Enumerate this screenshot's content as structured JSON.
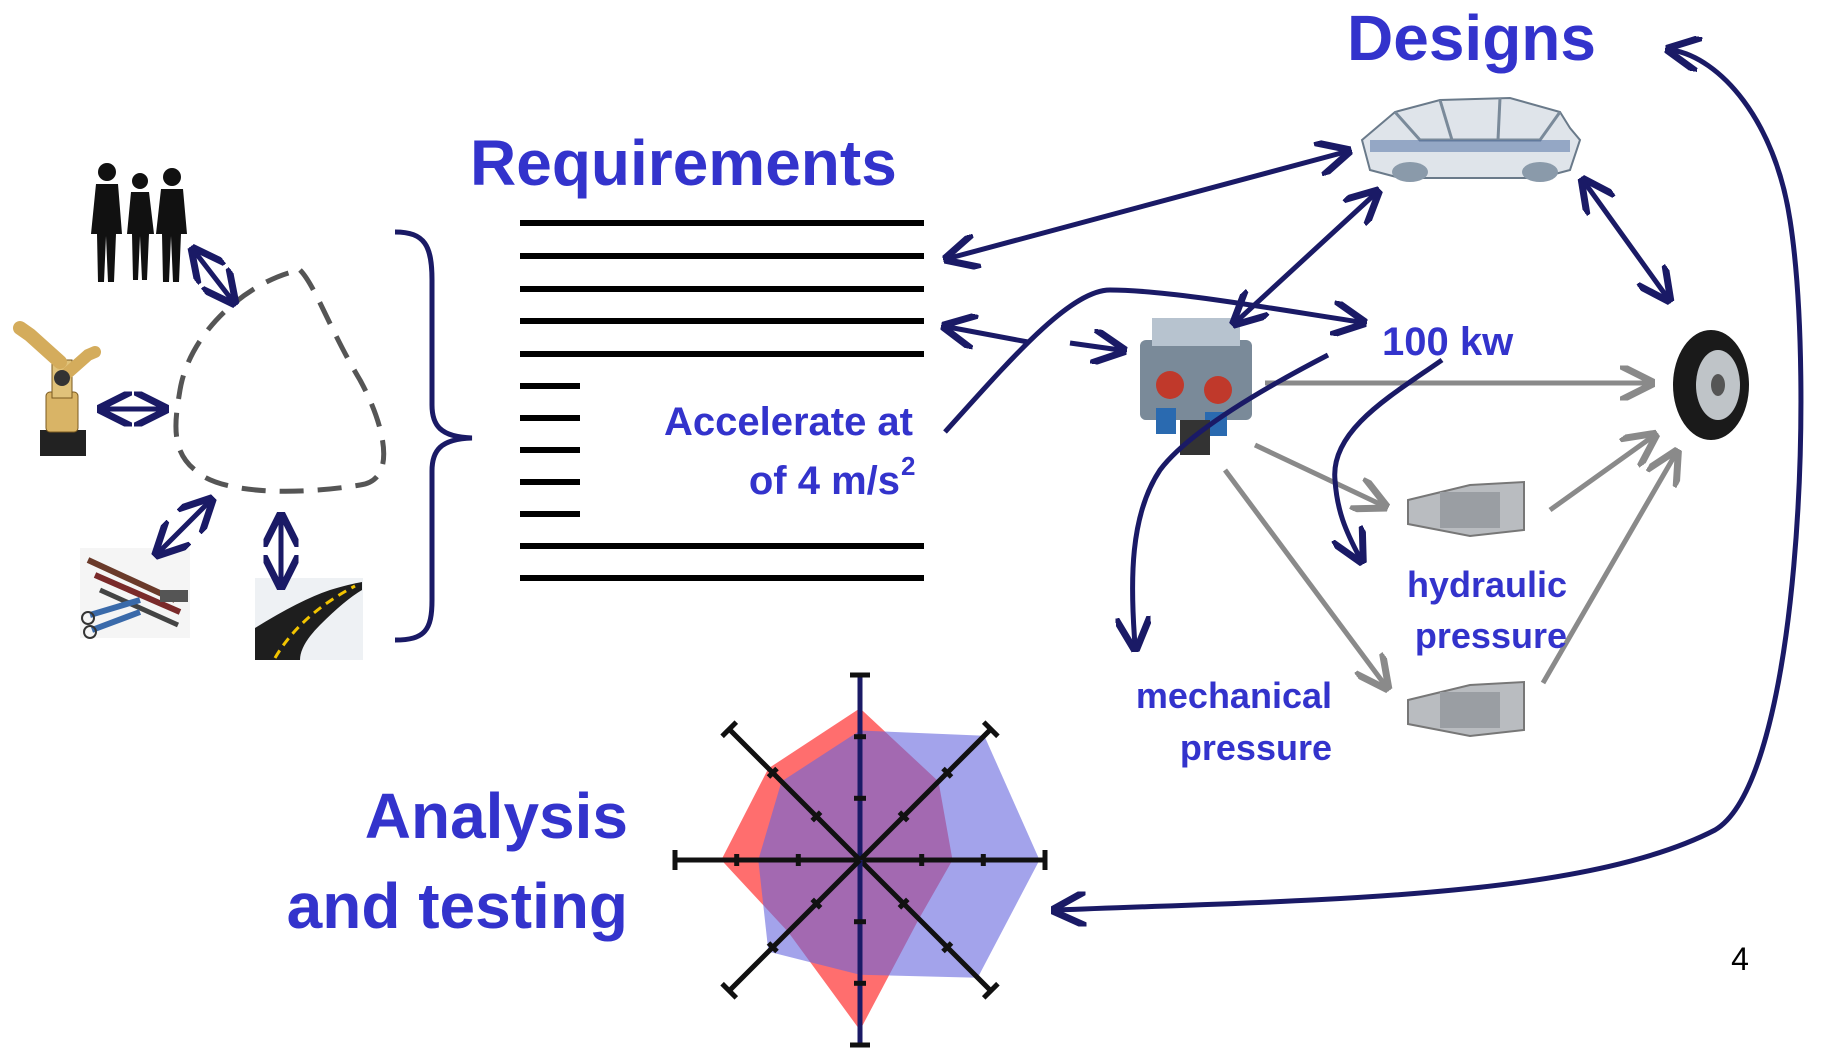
{
  "titles": {
    "requirements": "Requirements",
    "designs": "Designs",
    "analysis_line1": "Analysis",
    "analysis_line2": "and testing"
  },
  "labels": {
    "accelerate_line1": "Accelerate at",
    "accelerate_line2": "of 4 m/s",
    "accelerate_superscript": "2",
    "power": "100 kw",
    "hydraulic_line1": "hydraulic",
    "hydraulic_line2": "pressure",
    "mechanical_line1": "mechanical",
    "mechanical_line2": "pressure"
  },
  "page_number": "4",
  "icons": [
    "people-icon",
    "robot-arm-icon",
    "tools-icon",
    "road-icon",
    "car-body-icon",
    "engine-icon",
    "tire-icon",
    "transmission-icon"
  ],
  "radar_chart": {
    "axes": 8,
    "series": [
      {
        "color": "#ff5555",
        "values": [
          0.82,
          0.6,
          0.5,
          0.45,
          0.92,
          0.55,
          0.75,
          0.7
        ]
      },
      {
        "color": "#6666dd",
        "values": [
          0.7,
          0.95,
          0.97,
          0.9,
          0.62,
          0.7,
          0.55,
          0.6
        ]
      }
    ]
  },
  "colors": {
    "title_blue": "#3333cc",
    "arrow_navy": "#1a1a66",
    "arrow_gray": "#8a8a8a"
  }
}
